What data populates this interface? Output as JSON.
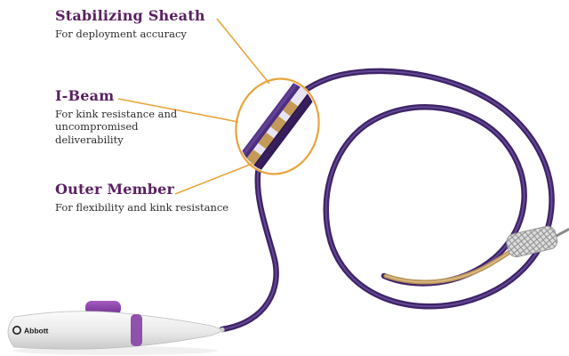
{
  "diagram": {
    "callouts": [
      {
        "title": "Stabilizing Sheath",
        "description": "For deployment accuracy"
      },
      {
        "title": "I-Beam",
        "description": "For kink resistance and uncompromised deliverability"
      },
      {
        "title": "Outer Member",
        "description": "For flexibility and kink resistance"
      }
    ],
    "device": {
      "brand": "Abbott"
    },
    "colors": {
      "callout_title": "#5a2162",
      "body_text": "#2e2e2e",
      "leader_line": "#e8a43c",
      "magnifier_stroke": "#e8a43c",
      "catheter_purple": "#3f2468",
      "catheter_sheen": "#7258a8",
      "distal_shaft_gold": "#c19a5e",
      "stent_metal": "#d9d9d9",
      "handle_body": "#e9e9e9",
      "handle_accent_purple": "#8a49a8"
    }
  }
}
